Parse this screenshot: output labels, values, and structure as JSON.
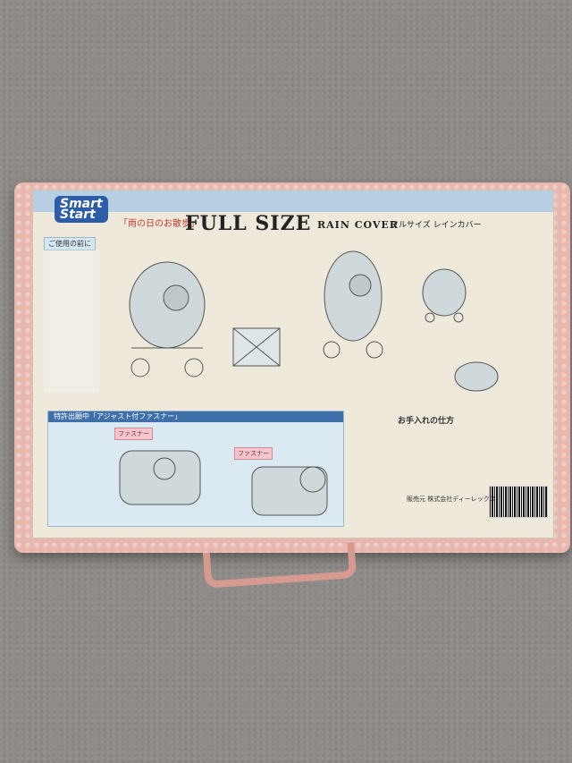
{
  "package": {
    "brand_line1": "Smart",
    "brand_line2": "Start",
    "red_label": "「雨の日のお散歩」",
    "title": "FULL SIZE",
    "subtitle": "RAIN COVER",
    "subtitle_jp": "フルサイズ レインカバー",
    "section_left": "ご使用の前に",
    "section_lower": "特許出願中「アジャスト付ファスナー」",
    "care_title": "お手入れの仕方",
    "company": "販売元 株式会社ディーレックス"
  }
}
